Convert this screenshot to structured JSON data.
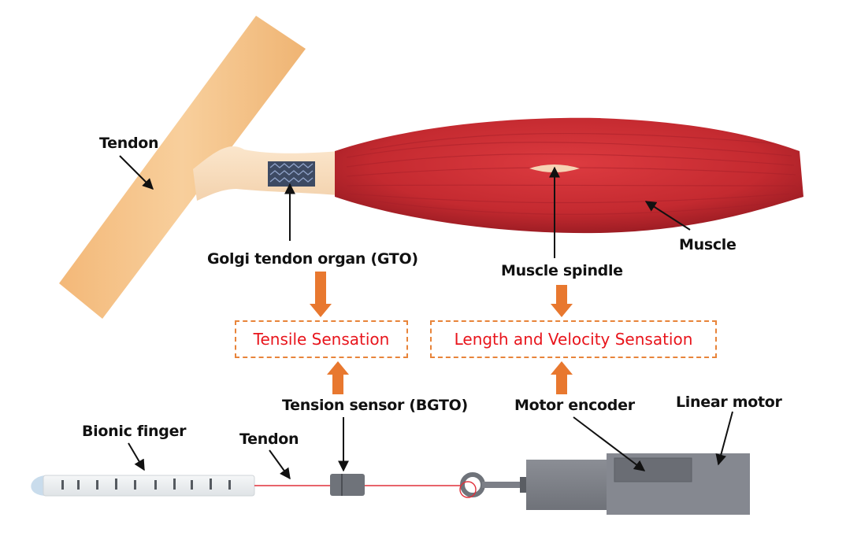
{
  "biology": {
    "tendon_label": "Tendon",
    "gto_label": "Golgi tendon organ (GTO)",
    "spindle_label": "Muscle spindle",
    "muscle_label": "Muscle"
  },
  "sensations": {
    "tensile": "Tensile Sensation",
    "length_velocity": "Length and Velocity Sensation"
  },
  "device": {
    "tension_sensor_label": "Tension sensor (BGTO)",
    "motor_encoder_label": "Motor encoder",
    "linear_motor_label": "Linear motor",
    "bionic_finger_label": "Bionic finger",
    "tendon_label": "Tendon"
  },
  "colors": {
    "muscle": "#c62a31",
    "tendon": "#f6c48c",
    "arrow": "#e8782f",
    "sensation_text": "#e8151c",
    "box_border": "#e8843a",
    "motor": "#7c7f87",
    "tendon_wire": "#e0303a"
  }
}
